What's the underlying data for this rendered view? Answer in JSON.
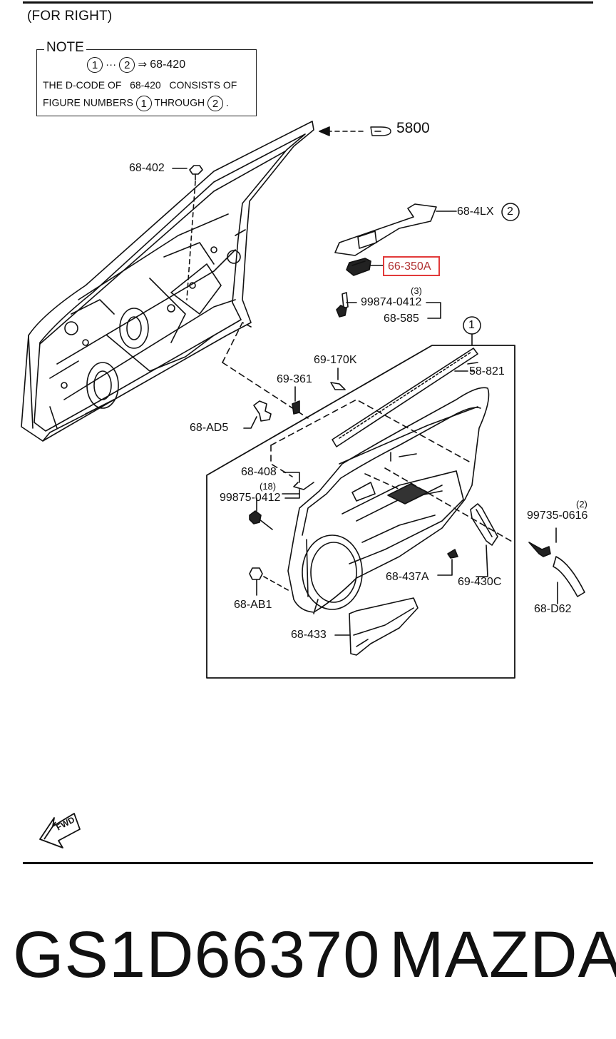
{
  "header": {
    "title": "(FOR RIGHT)"
  },
  "note": {
    "title": "NOTE",
    "line1": {
      "c1": "1",
      "dots": "···",
      "c2": "2",
      "arrow": "⇒",
      "code": "68-420"
    },
    "line2": "THE D-CODE OF   68-420   CONSISTS OF",
    "line3": {
      "text1": "FIGURE NUMBERS",
      "c1": "1",
      "text2": "THROUGH",
      "c2": "2",
      "end": "."
    }
  },
  "reference": {
    "value": "5800"
  },
  "callouts": {
    "c_68_402": "68-402",
    "c_68_4lx": "68-4LX",
    "c_68_4lx_num": "2",
    "c_66_350a": "66-350A",
    "c_99874_qty": "(3)",
    "c_99874": "99874-0412",
    "c_68_585": "68-585",
    "c_group1": "1",
    "c_69_170k": "69-170K",
    "c_58_821": "58-821",
    "c_69_361": "69-361",
    "c_68_ad5": "68-AD5",
    "c_68_408": "68-408",
    "c_99875_qty": "(18)",
    "c_99875": "99875-0412",
    "c_99735_qty": "(2)",
    "c_99735": "99735-0616",
    "c_68_437a": "68-437A",
    "c_69_430c": "69-430C",
    "c_68_ab1": "68-AB1",
    "c_68_d62": "68-D62",
    "c_68_433": "68-433"
  },
  "fwd": {
    "label": "FWD"
  },
  "footer": {
    "part_number": "GS1D66370",
    "brand": "MAZDA"
  },
  "colors": {
    "ink": "#111111",
    "highlight": "#e23a3a"
  }
}
